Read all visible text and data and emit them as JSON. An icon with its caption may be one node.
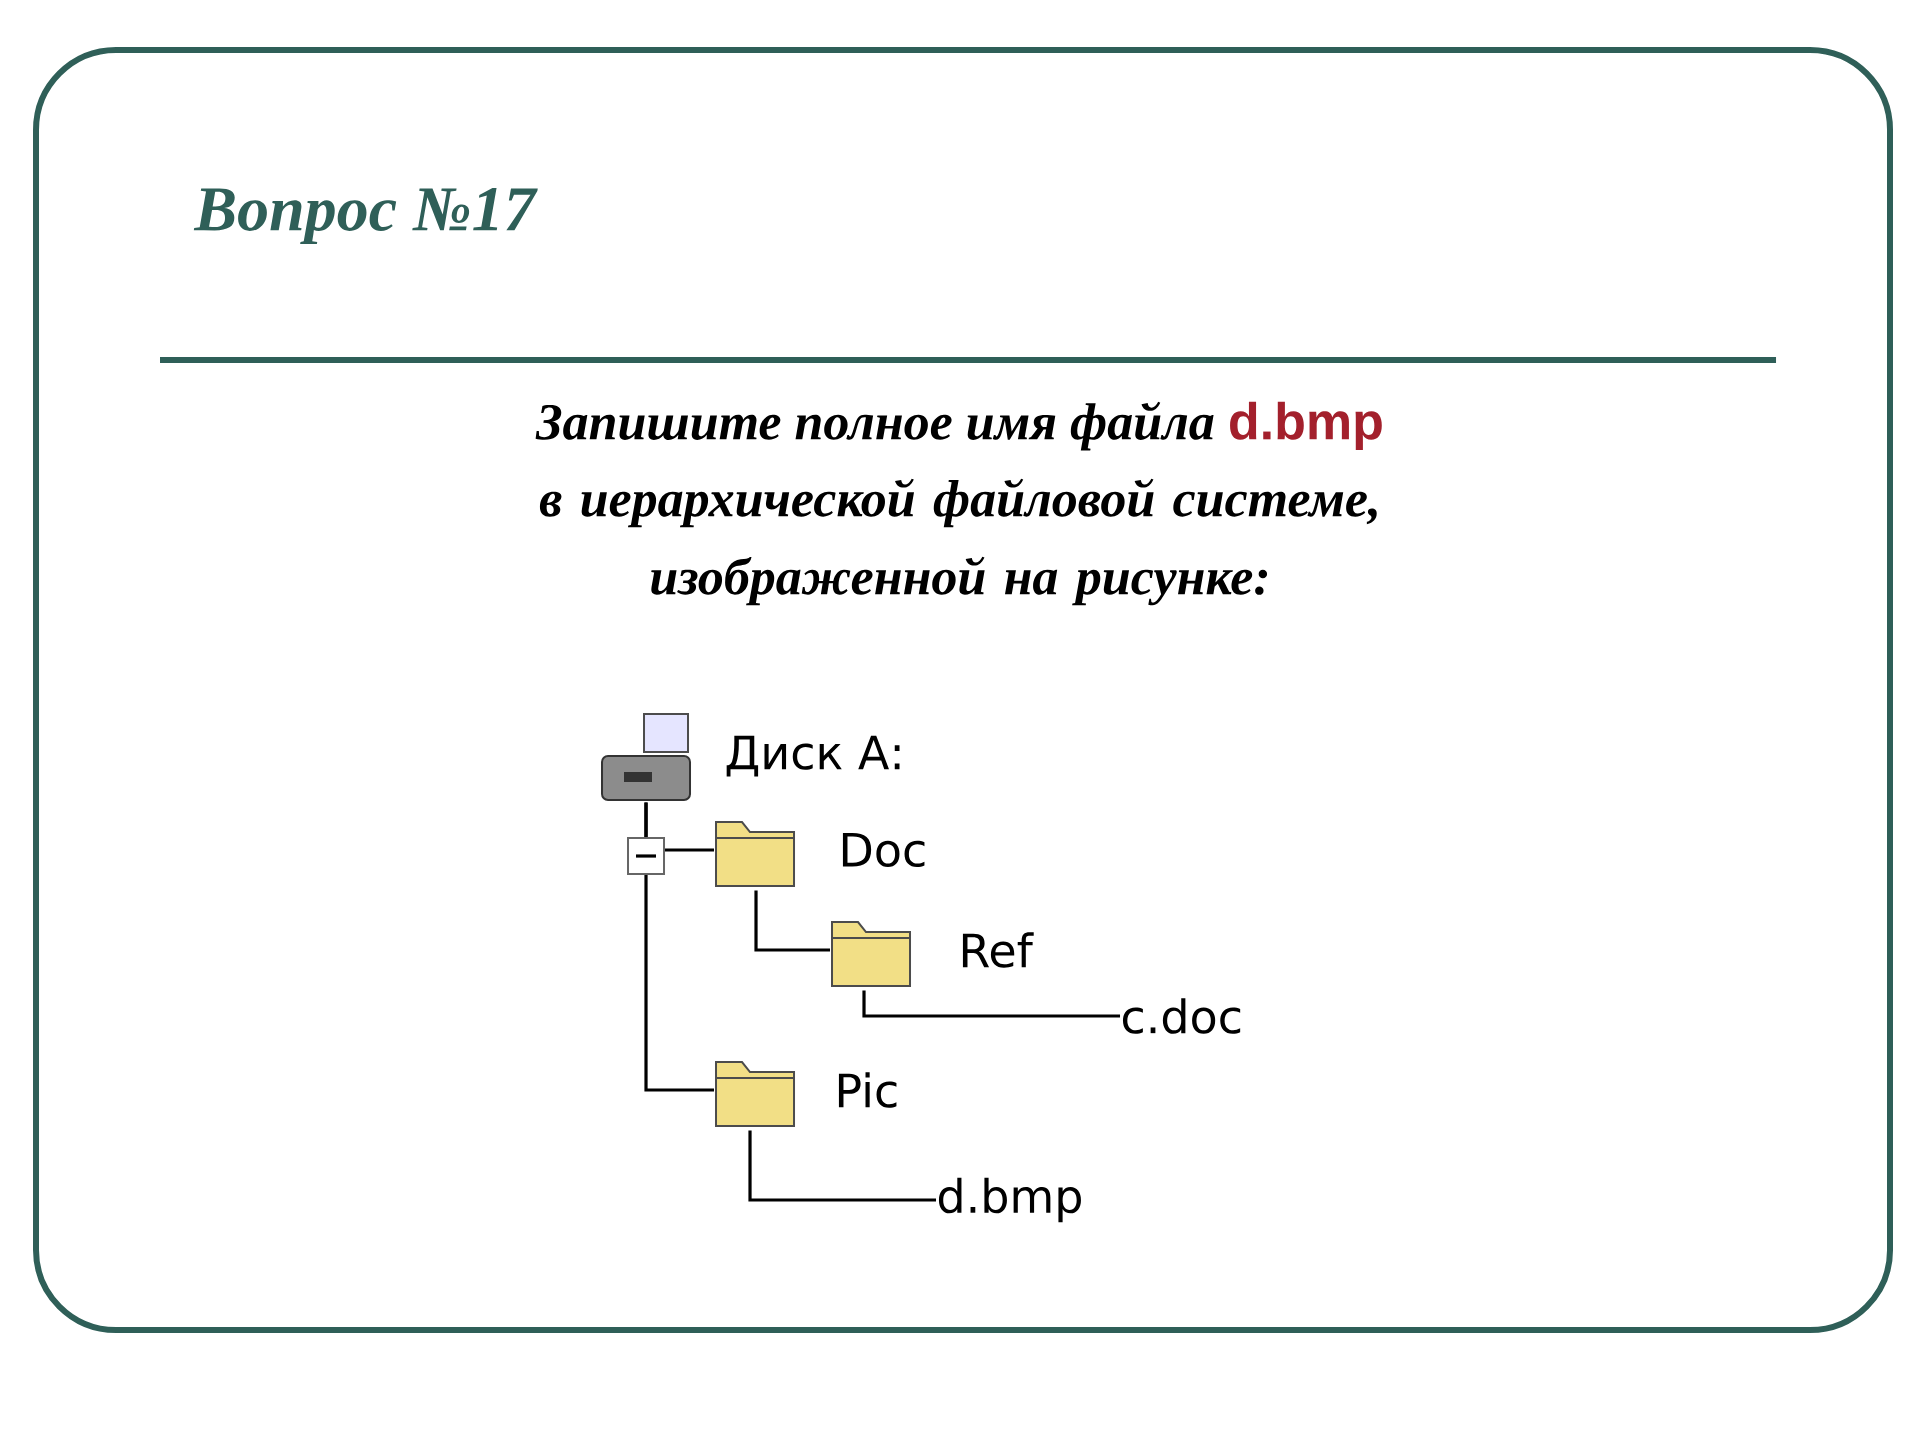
{
  "diagram": {
    "title": "Вопрос №17",
    "nodes": [
      {
        "text": [
          "Диск А:"
        ]
      },
      {
        "text": [
          "Doc"
        ]
      },
      {
        "text": [
          "Ref"
        ]
      },
      {
        "text": [
          "c.doc"
        ]
      },
      {
        "text": [
          "Pic"
        ]
      },
      {
        "text": [
          "d.bmp"
        ]
      }
    ],
    "edges": [
      {
        "from": 0,
        "to": 1,
        "arrow": "none"
      },
      {
        "from": 1,
        "to": 2,
        "arrow": "none"
      },
      {
        "from": 2,
        "to": 3,
        "arrow": "none"
      },
      {
        "from": 0,
        "to": 4,
        "arrow": "none"
      },
      {
        "from": 4,
        "to": 5,
        "arrow": "none"
      }
    ],
    "labels": [
      "Запишите полное имя файла",
      "d.bmp",
      "в иерархической файловой системе, изображенной на рисунке:"
    ]
  }
}
